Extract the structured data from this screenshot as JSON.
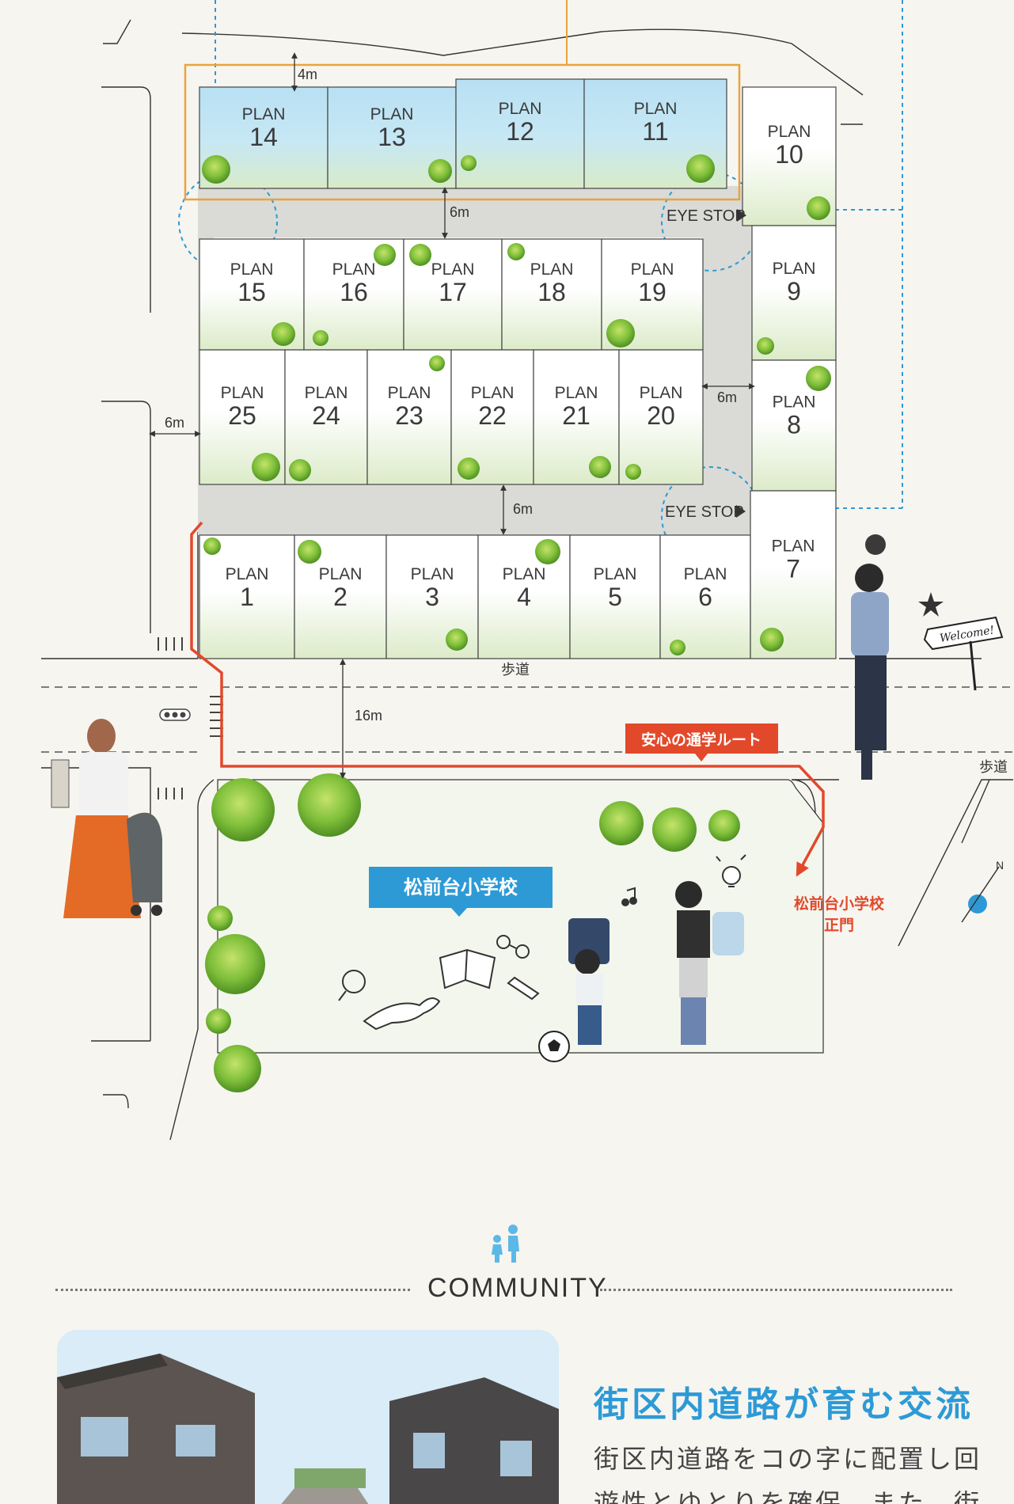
{
  "plans": [
    {
      "label": "PLAN",
      "num": "14"
    },
    {
      "label": "PLAN",
      "num": "13"
    },
    {
      "label": "PLAN",
      "num": "12"
    },
    {
      "label": "PLAN",
      "num": "11"
    },
    {
      "label": "PLAN",
      "num": "10"
    },
    {
      "label": "PLAN",
      "num": "15"
    },
    {
      "label": "PLAN",
      "num": "16"
    },
    {
      "label": "PLAN",
      "num": "17"
    },
    {
      "label": "PLAN",
      "num": "18"
    },
    {
      "label": "PLAN",
      "num": "19"
    },
    {
      "label": "PLAN",
      "num": "9"
    },
    {
      "label": "PLAN",
      "num": "25"
    },
    {
      "label": "PLAN",
      "num": "24"
    },
    {
      "label": "PLAN",
      "num": "23"
    },
    {
      "label": "PLAN",
      "num": "22"
    },
    {
      "label": "PLAN",
      "num": "21"
    },
    {
      "label": "PLAN",
      "num": "20"
    },
    {
      "label": "PLAN",
      "num": "8"
    },
    {
      "label": "PLAN",
      "num": "1"
    },
    {
      "label": "PLAN",
      "num": "2"
    },
    {
      "label": "PLAN",
      "num": "3"
    },
    {
      "label": "PLAN",
      "num": "4"
    },
    {
      "label": "PLAN",
      "num": "5"
    },
    {
      "label": "PLAN",
      "num": "6"
    },
    {
      "label": "PLAN",
      "num": "7"
    }
  ],
  "dimensions": {
    "d4": "4m",
    "d6a": "6m",
    "d6b": "6m",
    "d6c": "6m",
    "d6d": "6m",
    "d16": "16m"
  },
  "eye_stop": {
    "top": "EYE STOP",
    "bottom": "EYE STOP"
  },
  "sidewalk": {
    "a": "歩道",
    "b": "歩道"
  },
  "route_label": "安心の通学ルート",
  "school_label": "松前台小学校",
  "gate_label": {
    "line1": "松前台小学校",
    "line2": "正門"
  },
  "welcome_sign": "Welcome!",
  "community_title": "COMMUNITY",
  "heading": "街区内道路が育む交流",
  "paragraph": "街区内道路をコの字に配置し回遊性とゆとりを確保。また、街",
  "colors": {
    "accent_blue": "#2d9ad6",
    "route_red": "#e2492b",
    "highlight_orange": "#e9a33d",
    "lot_blue": "#bfe3f3",
    "road_gray": "#dadad6"
  }
}
